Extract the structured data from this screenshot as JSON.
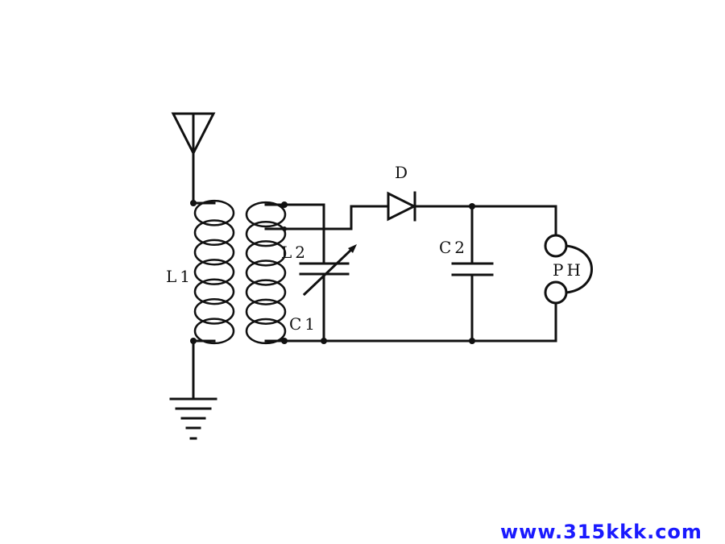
{
  "components": {
    "l1": "L1",
    "l2": "L2",
    "c1": "C1",
    "c2": "C2",
    "d": "D",
    "ph": "PH"
  },
  "watermark": "www.315kkk.com",
  "colors": {
    "ink": "#111111",
    "watermark": "#1a1aff",
    "background": "#ffffff"
  }
}
